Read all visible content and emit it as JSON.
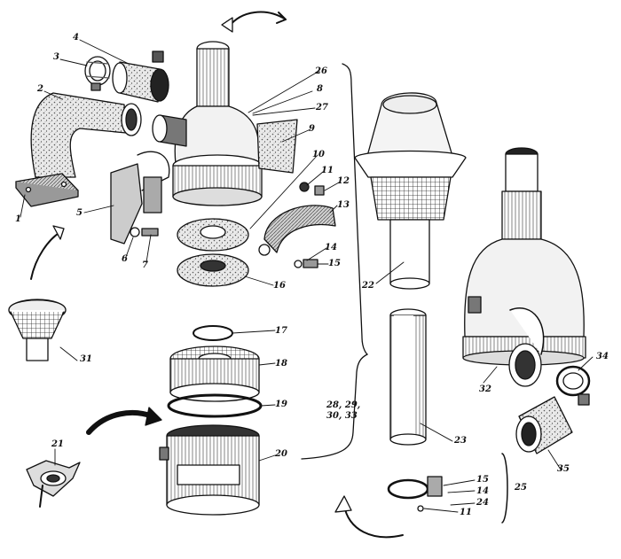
{
  "diagram": {
    "labels": [
      {
        "id": "1",
        "text": "1"
      },
      {
        "id": "2",
        "text": "2"
      },
      {
        "id": "3",
        "text": "3"
      },
      {
        "id": "4",
        "text": "4"
      },
      {
        "id": "5",
        "text": "5"
      },
      {
        "id": "6",
        "text": "6"
      },
      {
        "id": "7",
        "text": "7"
      },
      {
        "id": "8",
        "text": "8"
      },
      {
        "id": "9",
        "text": "9"
      },
      {
        "id": "10",
        "text": "10"
      },
      {
        "id": "11a",
        "text": "11"
      },
      {
        "id": "12",
        "text": "12"
      },
      {
        "id": "13",
        "text": "13"
      },
      {
        "id": "14a",
        "text": "14"
      },
      {
        "id": "15a",
        "text": "15"
      },
      {
        "id": "16",
        "text": "16"
      },
      {
        "id": "17",
        "text": "17"
      },
      {
        "id": "18",
        "text": "18"
      },
      {
        "id": "19",
        "text": "19"
      },
      {
        "id": "20",
        "text": "20"
      },
      {
        "id": "21",
        "text": "21"
      },
      {
        "id": "22",
        "text": "22"
      },
      {
        "id": "23",
        "text": "23"
      },
      {
        "id": "24",
        "text": "24"
      },
      {
        "id": "25",
        "text": "25"
      },
      {
        "id": "26",
        "text": "26"
      },
      {
        "id": "27",
        "text": "27"
      },
      {
        "id": "grp",
        "text": "28, 29, 30, 33"
      },
      {
        "id": "31",
        "text": "31"
      },
      {
        "id": "32",
        "text": "32"
      },
      {
        "id": "34",
        "text": "34"
      },
      {
        "id": "35",
        "text": "35"
      },
      {
        "id": "15b",
        "text": "15"
      },
      {
        "id": "14b",
        "text": "14"
      },
      {
        "id": "11b",
        "text": "11"
      }
    ]
  }
}
